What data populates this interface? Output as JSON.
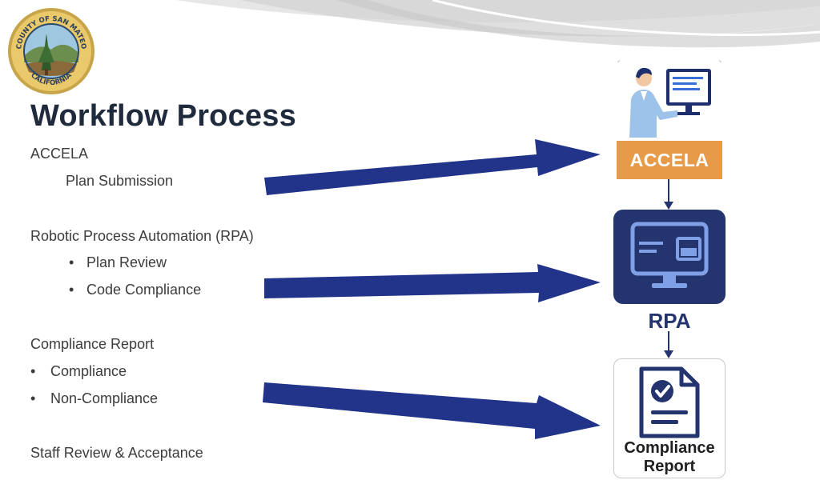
{
  "seal": {
    "top_text": "COUNTY OF SAN MATEO",
    "bottom_text": "CALIFORNIA"
  },
  "title": "Workflow Process",
  "sections": {
    "accela": {
      "heading": "ACCELA",
      "items": [
        "Plan Submission"
      ]
    },
    "rpa": {
      "heading": "Robotic Process Automation (RPA)",
      "items": [
        "Plan Review",
        "Code Compliance"
      ]
    },
    "report": {
      "heading": "Compliance Report",
      "items": [
        "Compliance",
        "Non-Compliance"
      ]
    },
    "staff": {
      "heading": "Staff Review & Acceptance"
    }
  },
  "bullet_char": "•",
  "diagram": {
    "accela_label": "ACCELA",
    "rpa_label": "RPA",
    "report_label_line1": "Compliance",
    "report_label_line2": "Report"
  },
  "colors": {
    "title": "#1f2b3d",
    "arrow": "#22338a",
    "accela_orange": "#e79a47",
    "rpa_navy": "#23346e"
  },
  "icons": {
    "person": "person-at-computer-icon",
    "monitor": "monitor-icon",
    "document": "document-check-icon"
  }
}
